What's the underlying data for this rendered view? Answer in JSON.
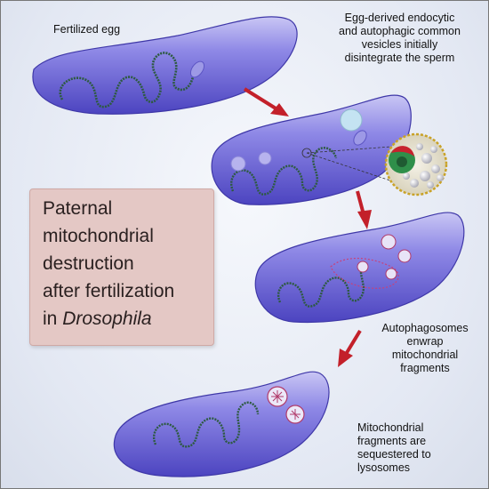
{
  "captions": {
    "fertilized_egg": "Fertilized egg",
    "vesicles": [
      "Egg-derived endocytic",
      "and autophagic common",
      "vesicles initially",
      "disintegrate the sperm"
    ],
    "autophagosomes": [
      "Autophagosomes",
      "enwrap",
      "mitochondrial",
      "fragments"
    ],
    "lysosomes": [
      "Mitochondrial",
      "fragments are",
      "sequestered to",
      "lysosomes"
    ]
  },
  "title_box": {
    "line1": "Paternal",
    "line2": "mitochondrial",
    "line3": "destruction",
    "line4": "after fertilization",
    "line5_prefix": "in ",
    "line5_italic": "Drosophila"
  },
  "colors": {
    "egg": "#6a63d6",
    "egg_edge": "#4b45b8",
    "arrow": "#c3202a",
    "title_box_bg": "#e4c8c5",
    "mito": "#3b6e52"
  }
}
